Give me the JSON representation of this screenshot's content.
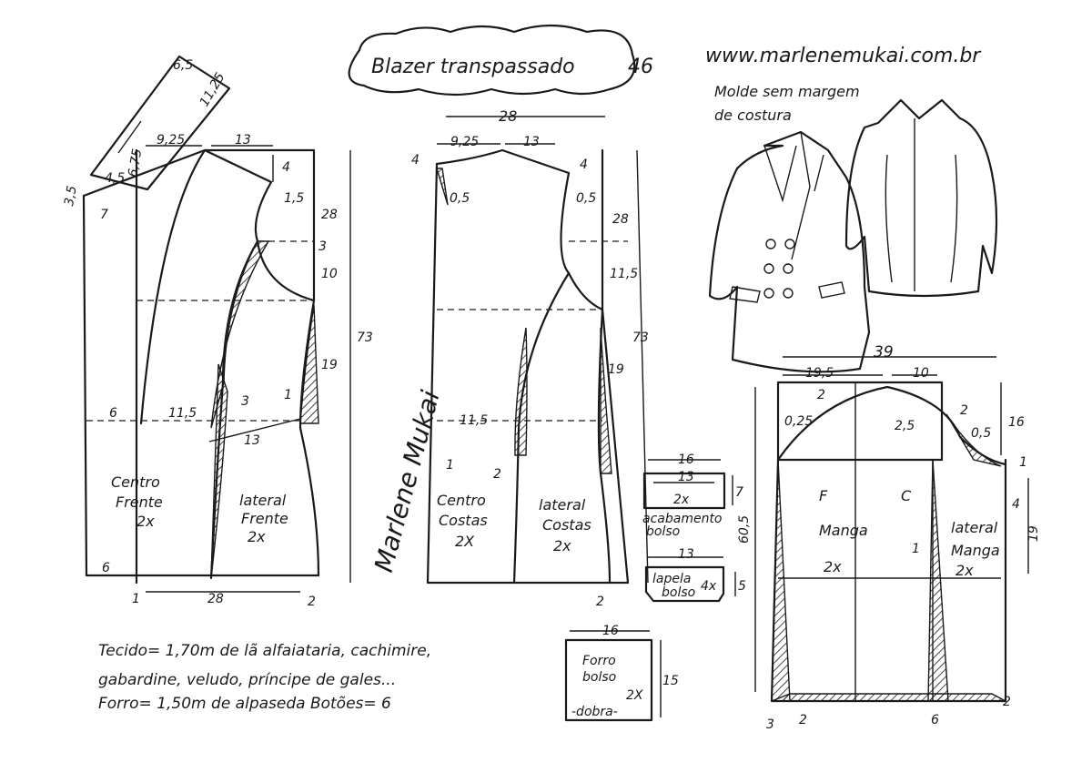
{
  "title": {
    "name": "Blazer transpassado",
    "size": "46"
  },
  "website": "www.marlenemukai.com.br",
  "subtitle": [
    "Molde sem margem",
    "de costura"
  ],
  "signature": "Marlene Mukai",
  "front": {
    "collar": [
      "6,5",
      "11,25",
      "6,75",
      "4,5",
      "3,5"
    ],
    "dims": [
      "9,25",
      "13",
      "4",
      "1,5",
      "7",
      "28",
      "3",
      "10",
      "19",
      "73",
      "6",
      "11,5",
      "3",
      "1",
      "13",
      "6",
      "28",
      "1",
      "2"
    ],
    "center_label": [
      "Centro",
      "Frente",
      "2x"
    ],
    "side_label": [
      "lateral",
      "Frente",
      "2x"
    ]
  },
  "back": {
    "dims": [
      "28",
      "9,25",
      "13",
      "4",
      "4",
      "0,5",
      "0,5",
      "28",
      "11,5",
      "73",
      "19",
      "11,5",
      "1",
      "2",
      "2"
    ],
    "center_label": [
      "Centro",
      "Costas",
      "2X"
    ],
    "side_label": [
      "lateral",
      "Costas",
      "2x"
    ]
  },
  "sleeve": {
    "dims": [
      "39",
      "19,5",
      "10",
      "2",
      "0,25",
      "2,5",
      "2",
      "0,5",
      "16",
      "1",
      "4",
      "60,5",
      "1",
      "19",
      "3",
      "2",
      "6",
      "2"
    ],
    "front_letter": "F",
    "back_letter": "C",
    "center_label": [
      "Manga",
      "2x"
    ],
    "side_label": [
      "lateral",
      "Manga",
      "2x"
    ]
  },
  "pocket_facing": {
    "width": "16",
    "inner": "13",
    "qty": "2x",
    "height": "7",
    "label": [
      "acabamento",
      "bolso"
    ]
  },
  "pocket_flap": {
    "width": "13",
    "label": [
      "lapela",
      "bolso"
    ],
    "qty": "4x",
    "height": "5"
  },
  "pocket_lining": {
    "width": "16",
    "label": [
      "Forro",
      "bolso"
    ],
    "qty": "2X",
    "fold": "-dobra-",
    "height": "15"
  },
  "notes": [
    "Tecido= 1,70m  de lã alfaiataria, cachimire,",
    "gabardine, veludo, príncipe de gales...",
    "Forro= 1,50m  de  alpaseda      Botões= 6"
  ]
}
